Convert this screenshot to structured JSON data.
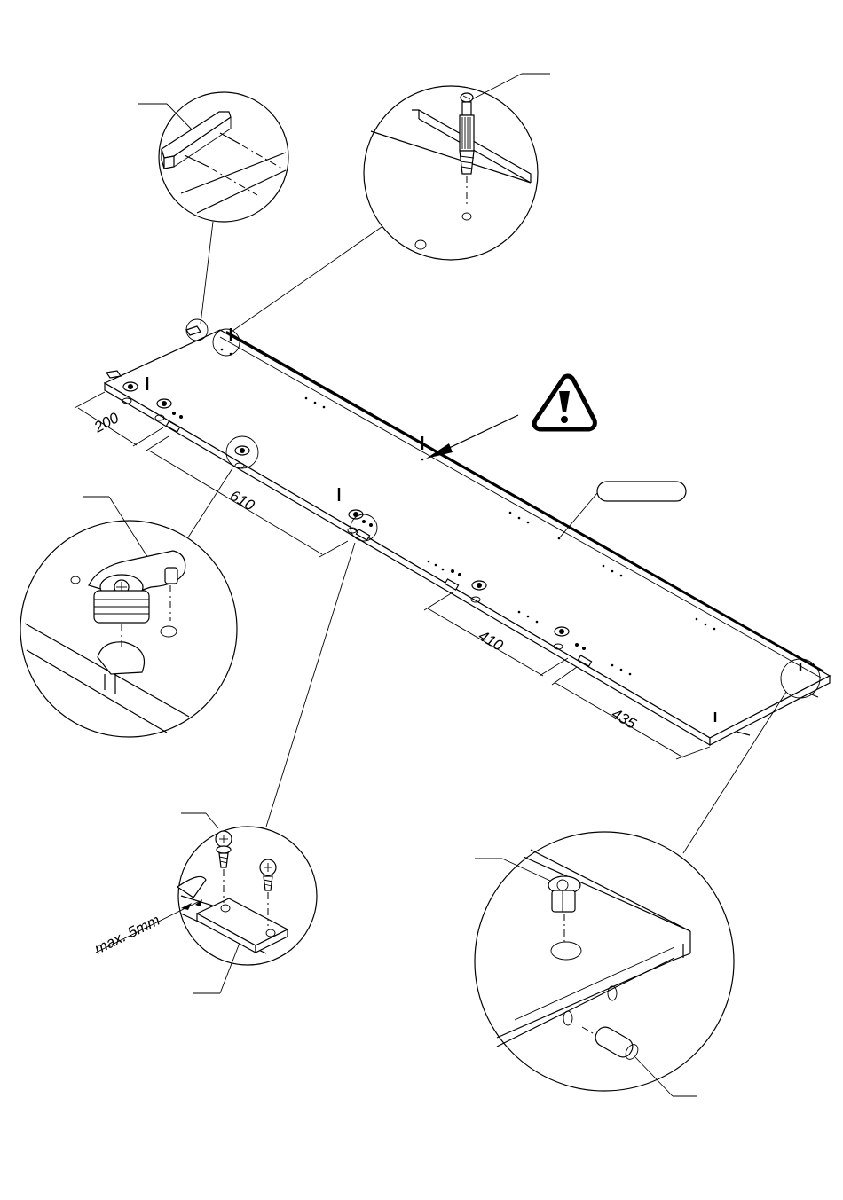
{
  "dimensions": {
    "d1": "200",
    "d2": "610",
    "d3": "410",
    "d4": "435",
    "max_gap": "max. 5mm"
  },
  "colors": {
    "line": "#000000",
    "background": "#ffffff"
  },
  "icons": {
    "warning": "warning-triangle-icon"
  }
}
